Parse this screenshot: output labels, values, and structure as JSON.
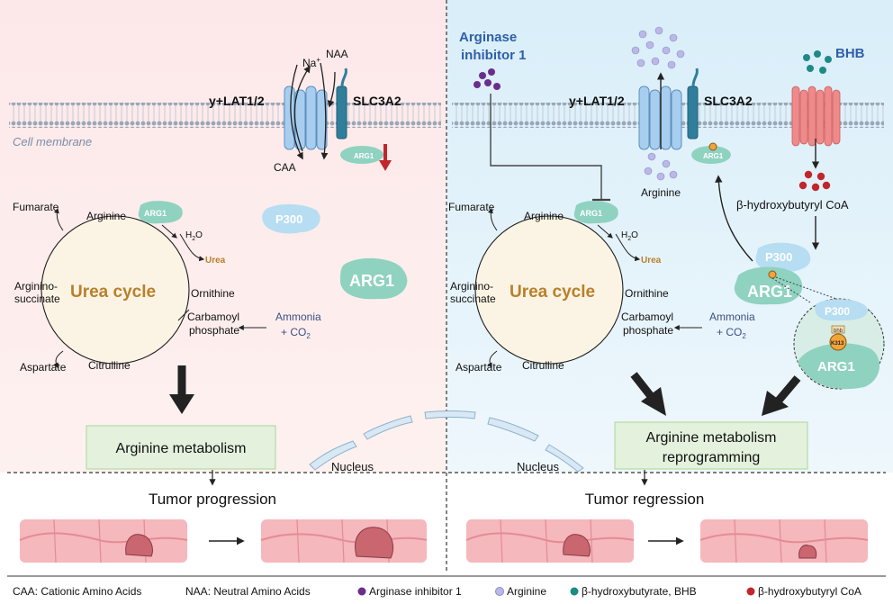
{
  "left": {
    "cell_membrane_label": "Cell membrane",
    "transporter_label": "y+LAT1/2",
    "slc_label": "SLC3A2",
    "na_label": "Na",
    "na_sup": "+",
    "naa_label": "NAA",
    "caa_label": "CAA",
    "arg1_small": "ARG1",
    "arg1_cycle": "ARG1",
    "p300": "P300",
    "arg1_big": "ARG1",
    "cycle": {
      "title": "Urea cycle",
      "fumarate": "Fumarate",
      "arginine": "Arginine",
      "h2o": "H",
      "h2o_sub": "2",
      "h2o_end": "O",
      "urea": "Urea",
      "ornithine": "Ornithine",
      "argininosuccinate_1": "Arginino-",
      "argininosuccinate_2": "succinate",
      "carbamoyl_1": "Carbamoyl",
      "carbamoyl_2": "phosphate",
      "ammonia_1": "Ammonia",
      "ammonia_2": "+ CO",
      "ammonia_sub": "2",
      "aspartate": "Aspartate",
      "citrulline": "Citrulline"
    },
    "box": "Arginine metabolism",
    "nucleus": "Nucleus",
    "outcome": "Tumor progression"
  },
  "right": {
    "inhibitor_1": "Arginase",
    "inhibitor_2": "inhibitor 1",
    "transporter_label": "y+LAT1/2",
    "slc_label": "SLC3A2",
    "bhb_label": "BHB",
    "arginine_label": "Arginine",
    "arg1_small": "ARG1",
    "arg1_cycle": "ARG1",
    "bhb_coa": "β-hydroxybutyryl CoA",
    "p300": "P300",
    "arg1_big": "ARG1",
    "zoom_p300": "P300",
    "zoom_bhb": "bhb",
    "zoom_k": "K313",
    "zoom_arg1": "ARG1",
    "cycle": {
      "title": "Urea cycle",
      "fumarate": "Fumarate",
      "arginine": "Arginine",
      "h2o": "H",
      "h2o_sub": "2",
      "h2o_end": "O",
      "urea": "Urea",
      "ornithine": "Ornithine",
      "argininosuccinate_1": "Arginino-",
      "argininosuccinate_2": "succinate",
      "carbamoyl_1": "Carbamoyl",
      "carbamoyl_2": "phosphate",
      "ammonia_1": "Ammonia",
      "ammonia_2": "+ CO",
      "ammonia_sub": "2",
      "aspartate": "Aspartate",
      "citrulline": "Citrulline"
    },
    "box_1": "Arginine metabolism",
    "box_2": "reprogramming",
    "nucleus": "Nucleus",
    "outcome": "Tumor regression"
  },
  "legend": {
    "caa": "CAA: Cationic Amino Acids",
    "naa": "NAA: Neutral Amino Acids",
    "inhibitor": "Arginase inhibitor 1",
    "arginine": "Arginine",
    "bhb": "β-hydroxybutyrate, BHB",
    "bhb_coa": "β-hydroxybutyryl CoA"
  },
  "colors": {
    "left_bg": "#fbe9ea",
    "right_bg": "#e2f1fb",
    "urea_title": "#b9802b",
    "arg1_teal": "#8fd2c0",
    "p300_blue": "#b7ddf2",
    "inhibitor_purple": "#6b2d8c",
    "arginine_lav": "#b9b8e6",
    "bhb_teal": "#1d8a86",
    "coa_red": "#c0272d",
    "box_green": "#e3f1dd",
    "box_border": "#b6dca5"
  }
}
